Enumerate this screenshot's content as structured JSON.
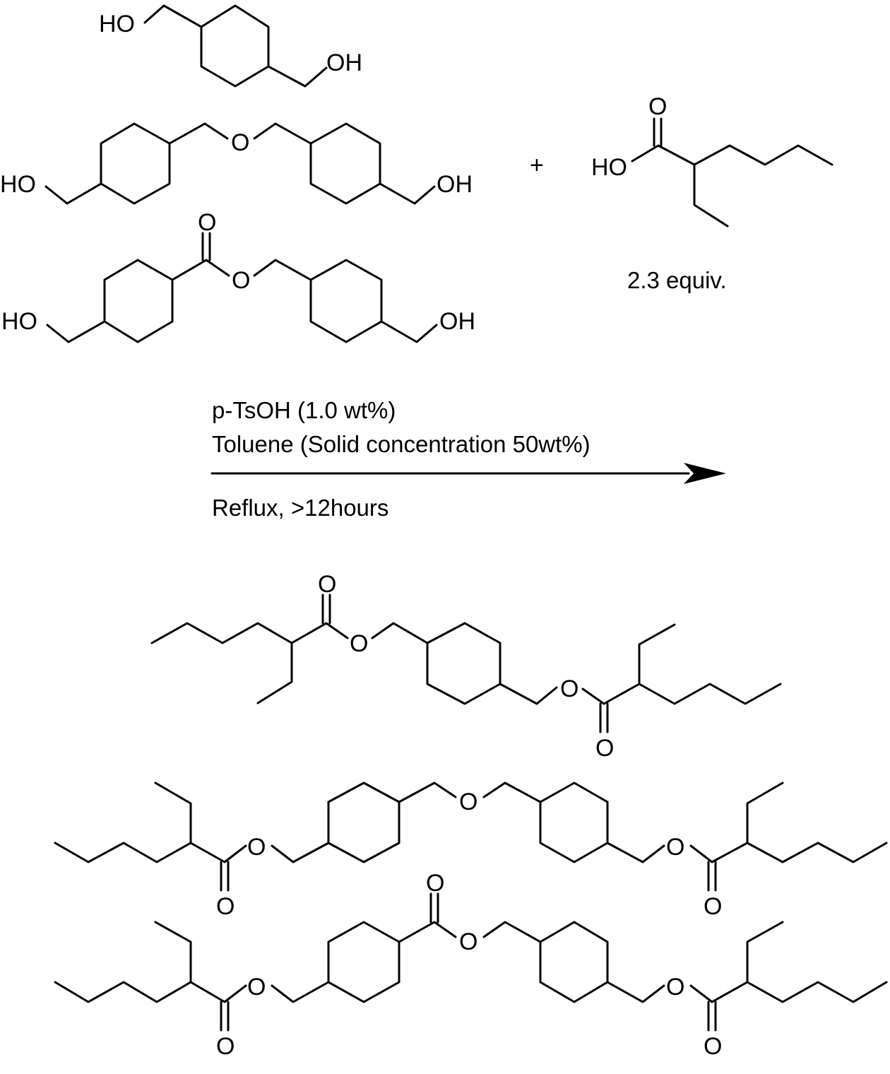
{
  "scheme": {
    "plus": "+",
    "atoms": {
      "hydroxyl_left": "HO",
      "hydroxyl_right": "OH",
      "oxygen": "O"
    },
    "reagent_amount": "2.3 equiv.",
    "conditions": {
      "line1": "p-TsOH (1.0 wt%)",
      "line2": "Toluene (Solid concentration 50wt%)",
      "line3": "Reflux, >12hours"
    }
  }
}
